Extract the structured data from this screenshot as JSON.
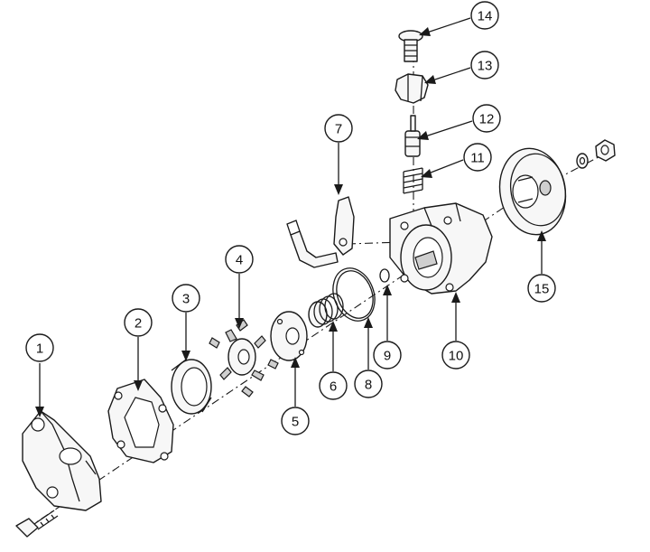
{
  "diagram": {
    "type": "exploded-parts-view",
    "callouts": [
      {
        "id": 1,
        "label": "1"
      },
      {
        "id": 2,
        "label": "2"
      },
      {
        "id": 3,
        "label": "3"
      },
      {
        "id": 4,
        "label": "4"
      },
      {
        "id": 5,
        "label": "5"
      },
      {
        "id": 6,
        "label": "6"
      },
      {
        "id": 7,
        "label": "7"
      },
      {
        "id": 8,
        "label": "8"
      },
      {
        "id": 9,
        "label": "9"
      },
      {
        "id": 10,
        "label": "10"
      },
      {
        "id": 11,
        "label": "11"
      },
      {
        "id": 12,
        "label": "12"
      },
      {
        "id": 13,
        "label": "13"
      },
      {
        "id": 14,
        "label": "14"
      },
      {
        "id": 15,
        "label": "15"
      }
    ],
    "colors": {
      "ink": "#1a1a1a",
      "paper": "#ffffff"
    }
  }
}
